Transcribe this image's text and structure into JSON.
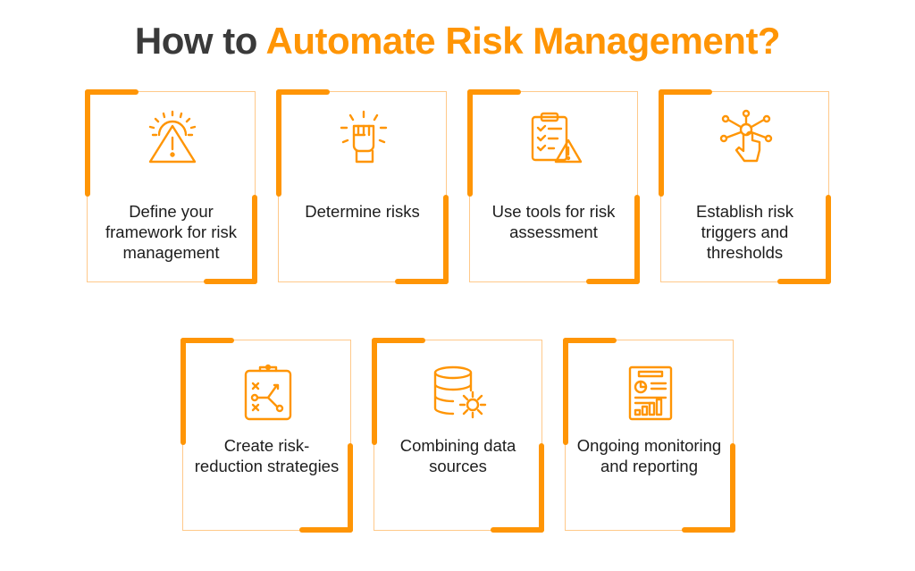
{
  "title": {
    "prefix": "How to",
    "accent": "Automate Risk Management?"
  },
  "accent_color": "#ff9505",
  "cards": [
    {
      "label": "Define your framework for risk management",
      "icon": "gear-warning-icon"
    },
    {
      "label": "Determine risks",
      "icon": "raised-fist-icon"
    },
    {
      "label": "Use tools for risk assessment",
      "icon": "clipboard-warning-icon"
    },
    {
      "label": "Establish risk triggers and thresholds",
      "icon": "touch-network-icon"
    },
    {
      "label": "Create risk-reduction strategies",
      "icon": "strategy-clipboard-icon"
    },
    {
      "label": "Combining data sources",
      "icon": "database-gear-icon"
    },
    {
      "label": "Ongoing monitoring and reporting",
      "icon": "report-document-icon"
    }
  ]
}
